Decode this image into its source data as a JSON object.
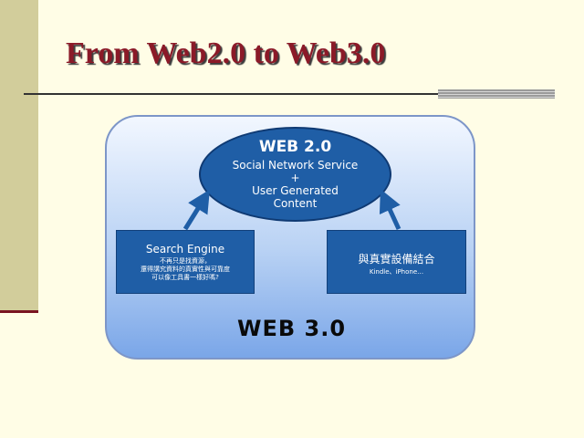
{
  "slide": {
    "title": "From Web2.0 to Web3.0"
  },
  "diagram": {
    "web2": {
      "title": "WEB 2.0",
      "line1": "Social Network Service",
      "line2": "+",
      "line3": "User Generated",
      "line4": "Content"
    },
    "left_box": {
      "title": "Search Engine",
      "sub1": "不再只是找資源，",
      "sub2": "還得講究資料的真實性與可靠度",
      "sub3": "可以像工具書一樣好嗎?"
    },
    "right_box": {
      "title": "與真實設備結合",
      "sub1": "Kindle、iPhone…"
    },
    "web3_label": "WEB 3.0"
  },
  "colors": {
    "background": "#fffde6",
    "title_red": "#8b1a28",
    "box_blue": "#1f5ea6",
    "frame_blue": "#7aa6e8",
    "left_bar": "#d2cd9b"
  }
}
